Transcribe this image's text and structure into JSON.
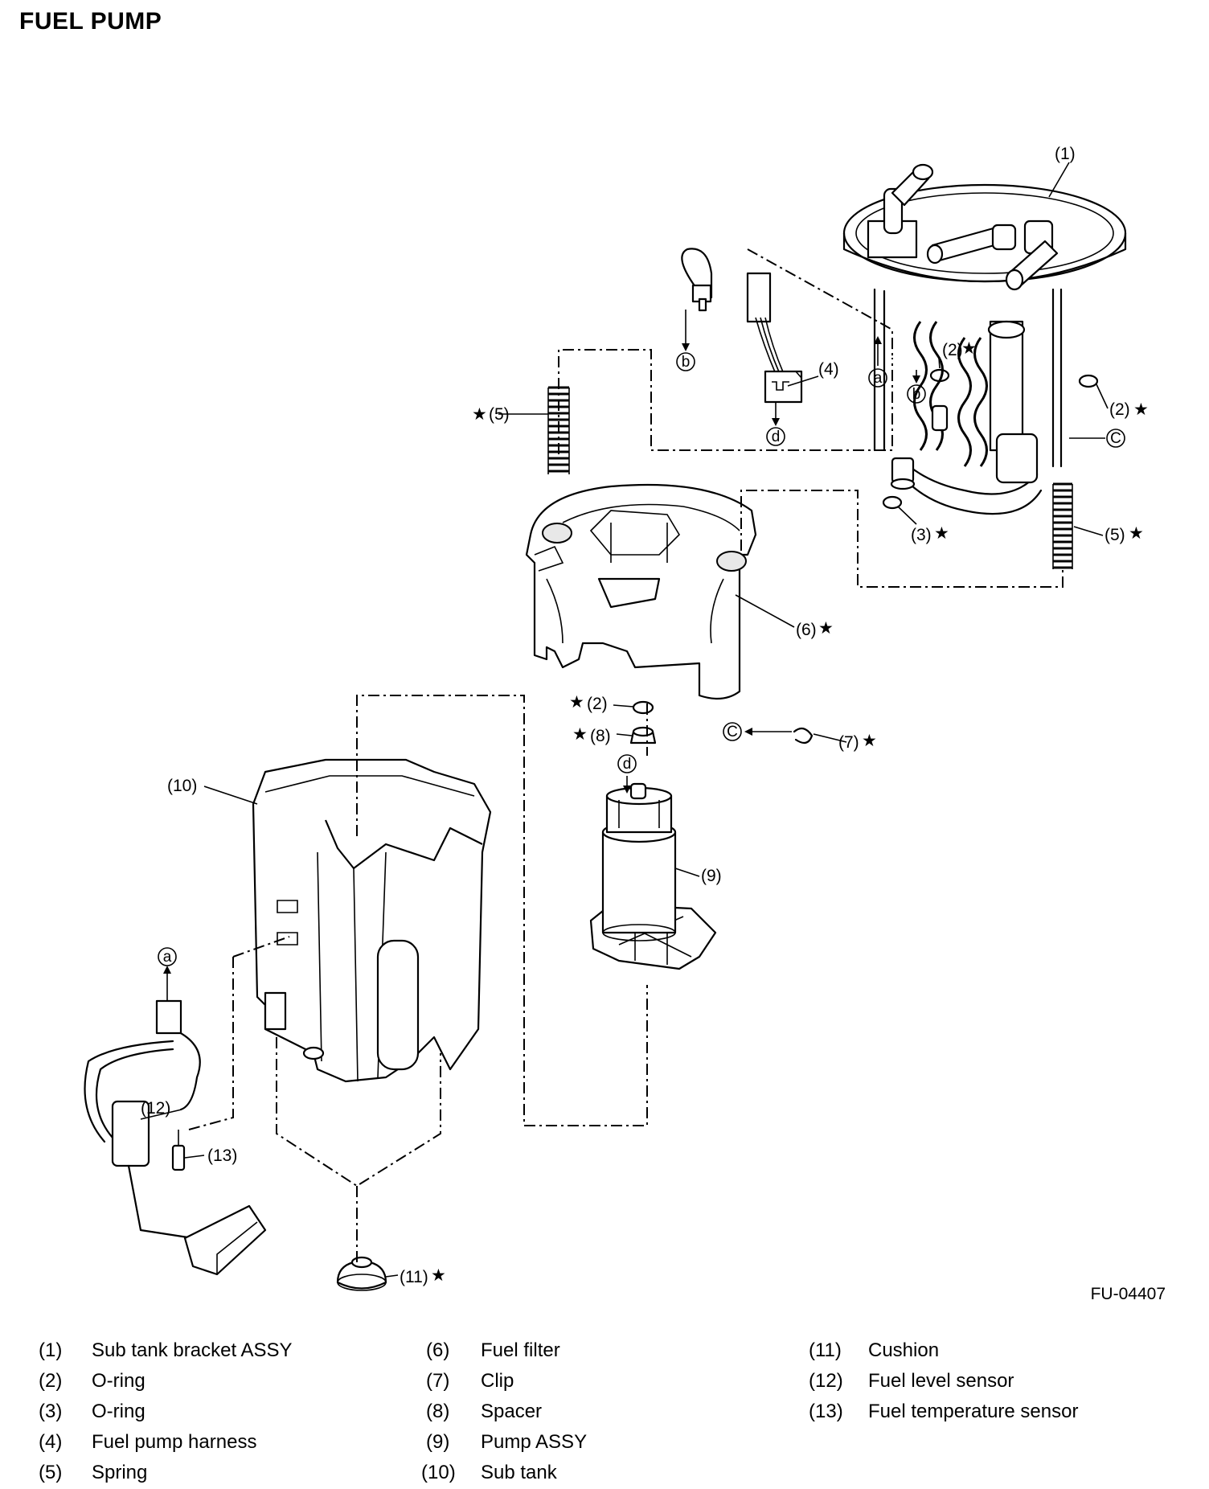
{
  "title": "FUEL PUMP",
  "figure_code": "FU-04407",
  "callouts": {
    "c1": "(1)",
    "c2a": "(2)",
    "c2b": "(2)",
    "c2c": "(2)",
    "c3": "(3)",
    "c4": "(4)",
    "c5a": "(5)",
    "c5b": "(5)",
    "c6": "(6)",
    "c7": "(7)",
    "c8": "(8)",
    "c9": "(9)",
    "c10": "(10)",
    "c11": "(11)",
    "c12": "(12)",
    "c13": "(13)",
    "star": "★"
  },
  "connection_letters": {
    "a": "a",
    "b": "b",
    "c": "C",
    "d": "d"
  },
  "legend": [
    {
      "num": "(1)",
      "name": "Sub tank bracket ASSY"
    },
    {
      "num": "(2)",
      "name": "O-ring"
    },
    {
      "num": "(3)",
      "name": "O-ring"
    },
    {
      "num": "(4)",
      "name": "Fuel pump harness"
    },
    {
      "num": "(5)",
      "name": "Spring"
    },
    {
      "num": "(6)",
      "name": "Fuel filter"
    },
    {
      "num": "(7)",
      "name": "Clip"
    },
    {
      "num": "(8)",
      "name": "Spacer"
    },
    {
      "num": "(9)",
      "name": "Pump ASSY"
    },
    {
      "num": "(10)",
      "name": "Sub tank"
    },
    {
      "num": "(11)",
      "name": "Cushion"
    },
    {
      "num": "(12)",
      "name": "Fuel level sensor"
    },
    {
      "num": "(13)",
      "name": "Fuel temperature sensor"
    }
  ]
}
